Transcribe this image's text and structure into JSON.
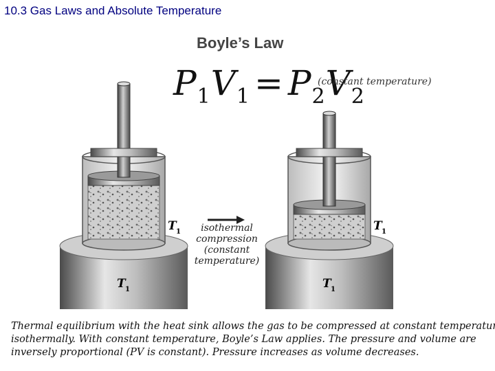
{
  "slide_title": "10.3 Gas Laws and Absolute Temperature",
  "figure_title": "Boyle’s Law",
  "formula": {
    "p1": "P",
    "sub1": "1",
    "v1": "V",
    "sub2": "1",
    "eq": "=",
    "p2": "P",
    "sub3": "2",
    "v2": "V",
    "sub4": "2",
    "note": "(constant temperature)"
  },
  "left_cylinder": {
    "gas_label": "T",
    "gas_sub": "1",
    "sink_label": "T",
    "sink_sub": "1"
  },
  "right_cylinder": {
    "gas_label": "T",
    "gas_sub": "1",
    "sink_label": "T",
    "sink_sub": "1"
  },
  "process_label": {
    "line1": "isothermal",
    "line2": "compression",
    "line3": "(constant",
    "line4": "temperature)"
  },
  "caption": {
    "line1": "Thermal equilibrium with the heat sink allows the gas to be compressed at constant temperature,",
    "line2": "isothermally.  With constant temperature, Boyle’s Law applies.  The pressure and volume are",
    "line3": "inversely proportional (PV is constant).  Pressure increases as volume decreases."
  },
  "colors": {
    "title": "#000080",
    "metal_dark": "#555555",
    "metal_light": "#d8d8d8",
    "gas": "#c8c8c8"
  }
}
